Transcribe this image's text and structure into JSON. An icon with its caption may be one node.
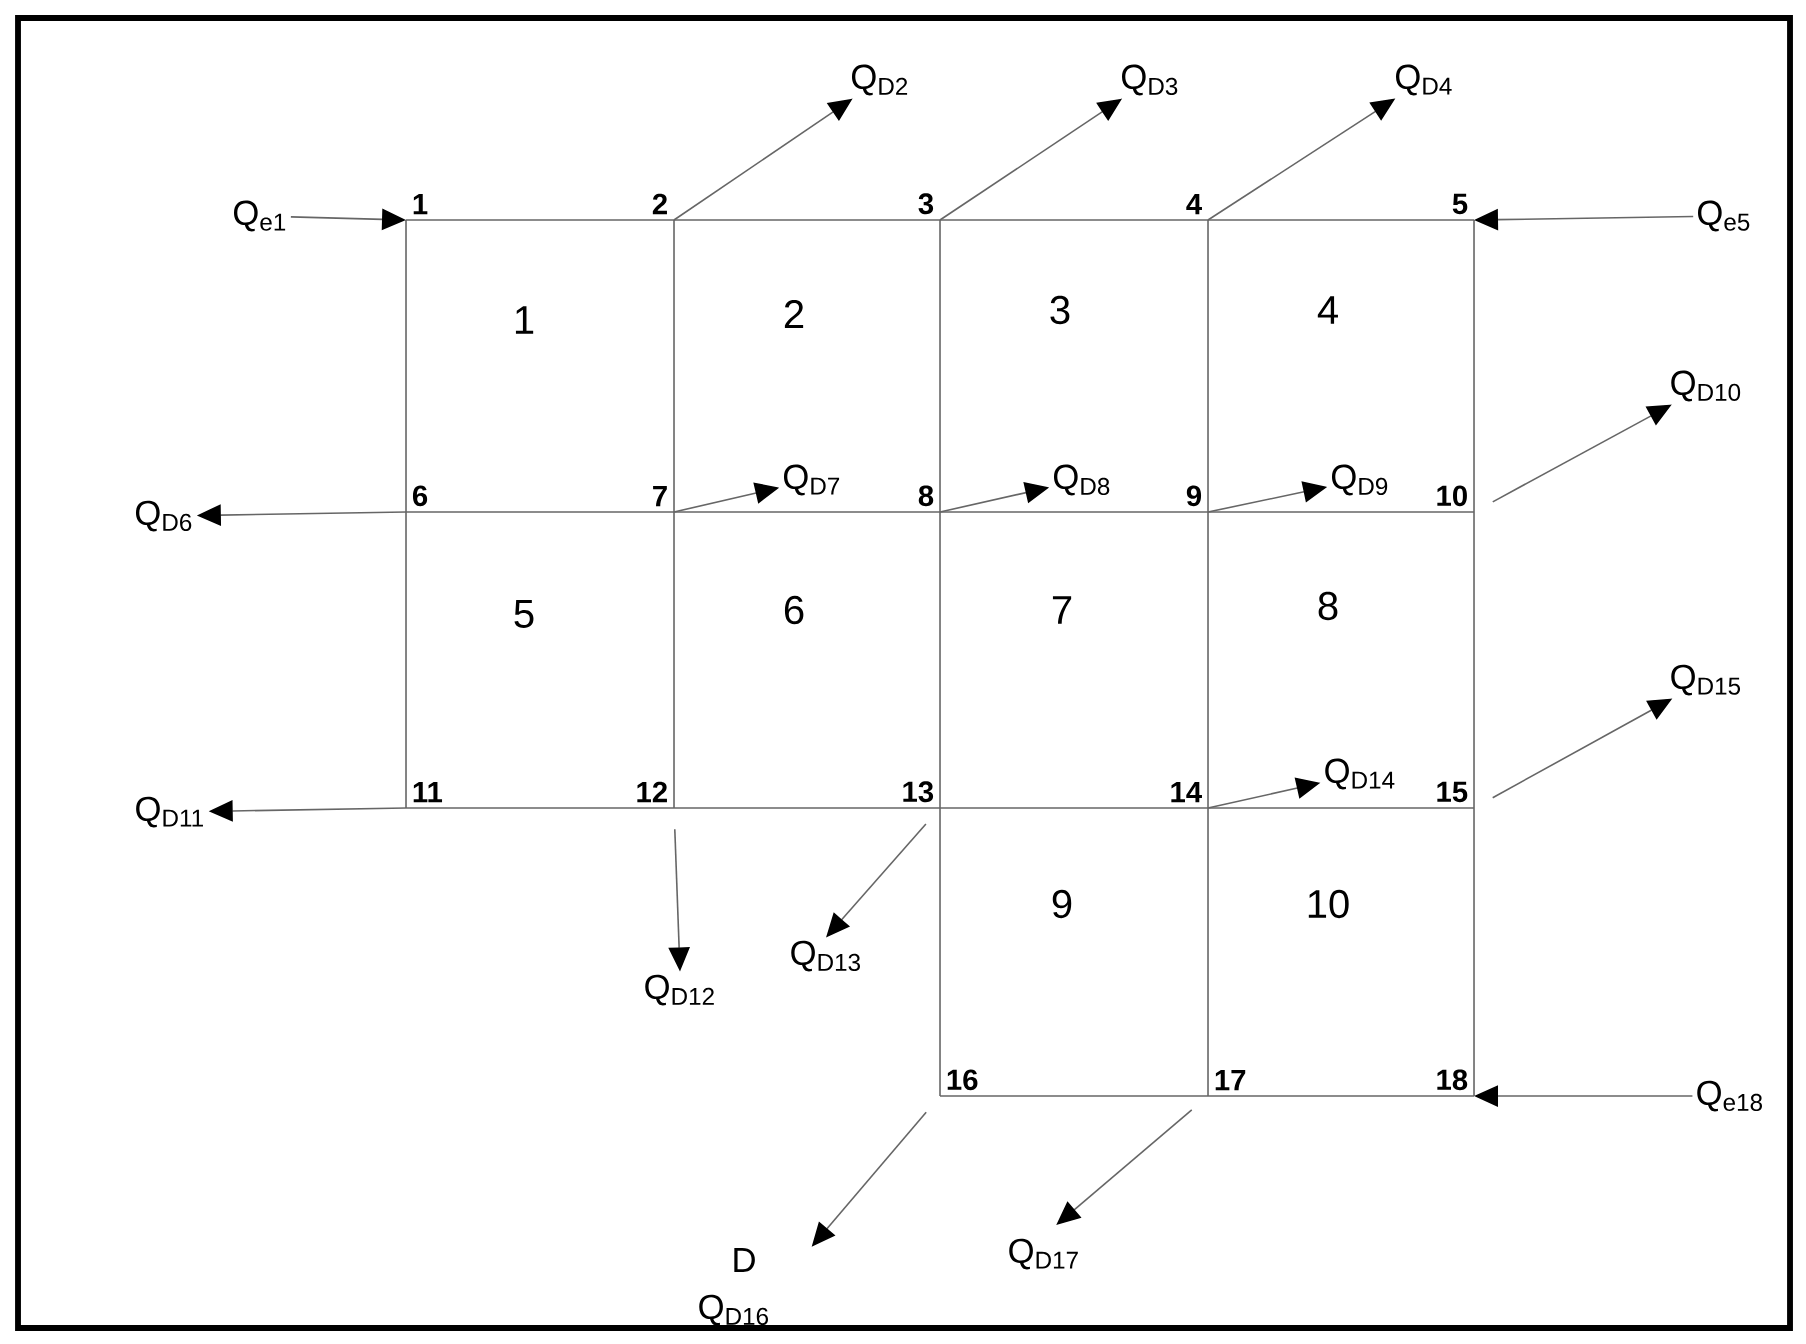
{
  "diagram": {
    "nodes": [
      {
        "text": [
          "1"
        ]
      },
      {
        "text": [
          "2"
        ]
      },
      {
        "text": [
          "3"
        ]
      },
      {
        "text": [
          "4"
        ]
      },
      {
        "text": [
          "5"
        ]
      },
      {
        "text": [
          "6"
        ]
      },
      {
        "text": [
          "7"
        ]
      },
      {
        "text": [
          "8"
        ]
      },
      {
        "text": [
          "9"
        ]
      },
      {
        "text": [
          "10"
        ]
      },
      {
        "text": [
          "11"
        ]
      },
      {
        "text": [
          "12"
        ]
      },
      {
        "text": [
          "13"
        ]
      },
      {
        "text": [
          "14"
        ]
      },
      {
        "text": [
          "15"
        ]
      },
      {
        "text": [
          "16"
        ]
      },
      {
        "text": [
          "17"
        ]
      },
      {
        "text": [
          "18"
        ]
      },
      {
        "text": [
          "Q$_{e1}$"
        ]
      },
      {
        "text": [
          "Q$_{D2}$"
        ]
      },
      {
        "text": [
          "Q$_{D3}$"
        ]
      },
      {
        "text": [
          "Q$_{D4}$"
        ]
      },
      {
        "text": [
          "Q$_{e5}$"
        ]
      },
      {
        "text": [
          "Q$_{D6}$"
        ]
      },
      {
        "text": [
          "Q$_{D7}$"
        ]
      },
      {
        "text": [
          "Q$_{D8}$"
        ]
      },
      {
        "text": [
          "Q$_{D9}$"
        ]
      },
      {
        "text": [
          "Q$_{D10}$"
        ]
      },
      {
        "text": [
          "Q$_{D11}$"
        ]
      },
      {
        "text": [
          "Q$_{D12}$"
        ]
      },
      {
        "text": [
          "Q$_{D13}$"
        ]
      },
      {
        "text": [
          "Q$_{D14}$"
        ]
      },
      {
        "text": [
          "Q$_{D15}$"
        ]
      },
      {
        "text": [
          "Q$_{D16}$"
        ]
      },
      {
        "text": [
          "Q$_{D17}$"
        ]
      },
      {
        "text": [
          "Q$_{e18}$"
        ]
      }
    ],
    "edges": [
      {
        "from": 0,
        "to": 1,
        "arrow": "none"
      },
      {
        "from": 1,
        "to": 2,
        "arrow": "none"
      },
      {
        "from": 2,
        "to": 3,
        "arrow": "none"
      },
      {
        "from": 3,
        "to": 4,
        "arrow": "none"
      },
      {
        "from": 5,
        "to": 6,
        "arrow": "none"
      },
      {
        "from": 6,
        "to": 7,
        "arrow": "none"
      },
      {
        "from": 7,
        "to": 8,
        "arrow": "none"
      },
      {
        "from": 8,
        "to": 9,
        "arrow": "none"
      },
      {
        "from": 10,
        "to": 11,
        "arrow": "none"
      },
      {
        "from": 11,
        "to": 12,
        "arrow": "none"
      },
      {
        "from": 12,
        "to": 13,
        "arrow": "none"
      },
      {
        "from": 13,
        "to": 14,
        "arrow": "none"
      },
      {
        "from": 15,
        "to": 16,
        "arrow": "none"
      },
      {
        "from": 16,
        "to": 17,
        "arrow": "none"
      },
      {
        "from": 0,
        "to": 5,
        "arrow": "none"
      },
      {
        "from": 5,
        "to": 10,
        "arrow": "none"
      },
      {
        "from": 1,
        "to": 6,
        "arrow": "none"
      },
      {
        "from": 6,
        "to": 11,
        "arrow": "none"
      },
      {
        "from": 2,
        "to": 7,
        "arrow": "none"
      },
      {
        "from": 7,
        "to": 12,
        "arrow": "none"
      },
      {
        "from": 12,
        "to": 15,
        "arrow": "none"
      },
      {
        "from": 3,
        "to": 8,
        "arrow": "none"
      },
      {
        "from": 8,
        "to": 13,
        "arrow": "none"
      },
      {
        "from": 13,
        "to": 16,
        "arrow": "none"
      },
      {
        "from": 4,
        "to": 9,
        "arrow": "none"
      },
      {
        "from": 9,
        "to": 14,
        "arrow": "none"
      },
      {
        "from": 14,
        "to": 17,
        "arrow": "none"
      },
      {
        "from": 18,
        "to": 0,
        "arrow": "to"
      },
      {
        "from": 1,
        "to": 19,
        "arrow": "to"
      },
      {
        "from": 2,
        "to": 20,
        "arrow": "to"
      },
      {
        "from": 3,
        "to": 21,
        "arrow": "to"
      },
      {
        "from": 22,
        "to": 4,
        "arrow": "to"
      },
      {
        "from": 5,
        "to": 23,
        "arrow": "to"
      },
      {
        "from": 6,
        "to": 24,
        "arrow": "to"
      },
      {
        "from": 7,
        "to": 25,
        "arrow": "to"
      },
      {
        "from": 8,
        "to": 26,
        "arrow": "to"
      },
      {
        "from": 9,
        "to": 27,
        "arrow": "to"
      },
      {
        "from": 10,
        "to": 28,
        "arrow": "to"
      },
      {
        "from": 11,
        "to": 29,
        "arrow": "to"
      },
      {
        "from": 12,
        "to": 30,
        "arrow": "to"
      },
      {
        "from": 13,
        "to": 31,
        "arrow": "to"
      },
      {
        "from": 14,
        "to": 32,
        "arrow": "to"
      },
      {
        "from": 15,
        "to": 33,
        "arrow": "to"
      },
      {
        "from": 16,
        "to": 34,
        "arrow": "to"
      },
      {
        "from": 35,
        "to": 17,
        "arrow": "to"
      }
    ],
    "labels": [
      "1",
      "2",
      "3",
      "4",
      "5",
      "6",
      "7",
      "8",
      "9",
      "10",
      "D"
    ]
  }
}
